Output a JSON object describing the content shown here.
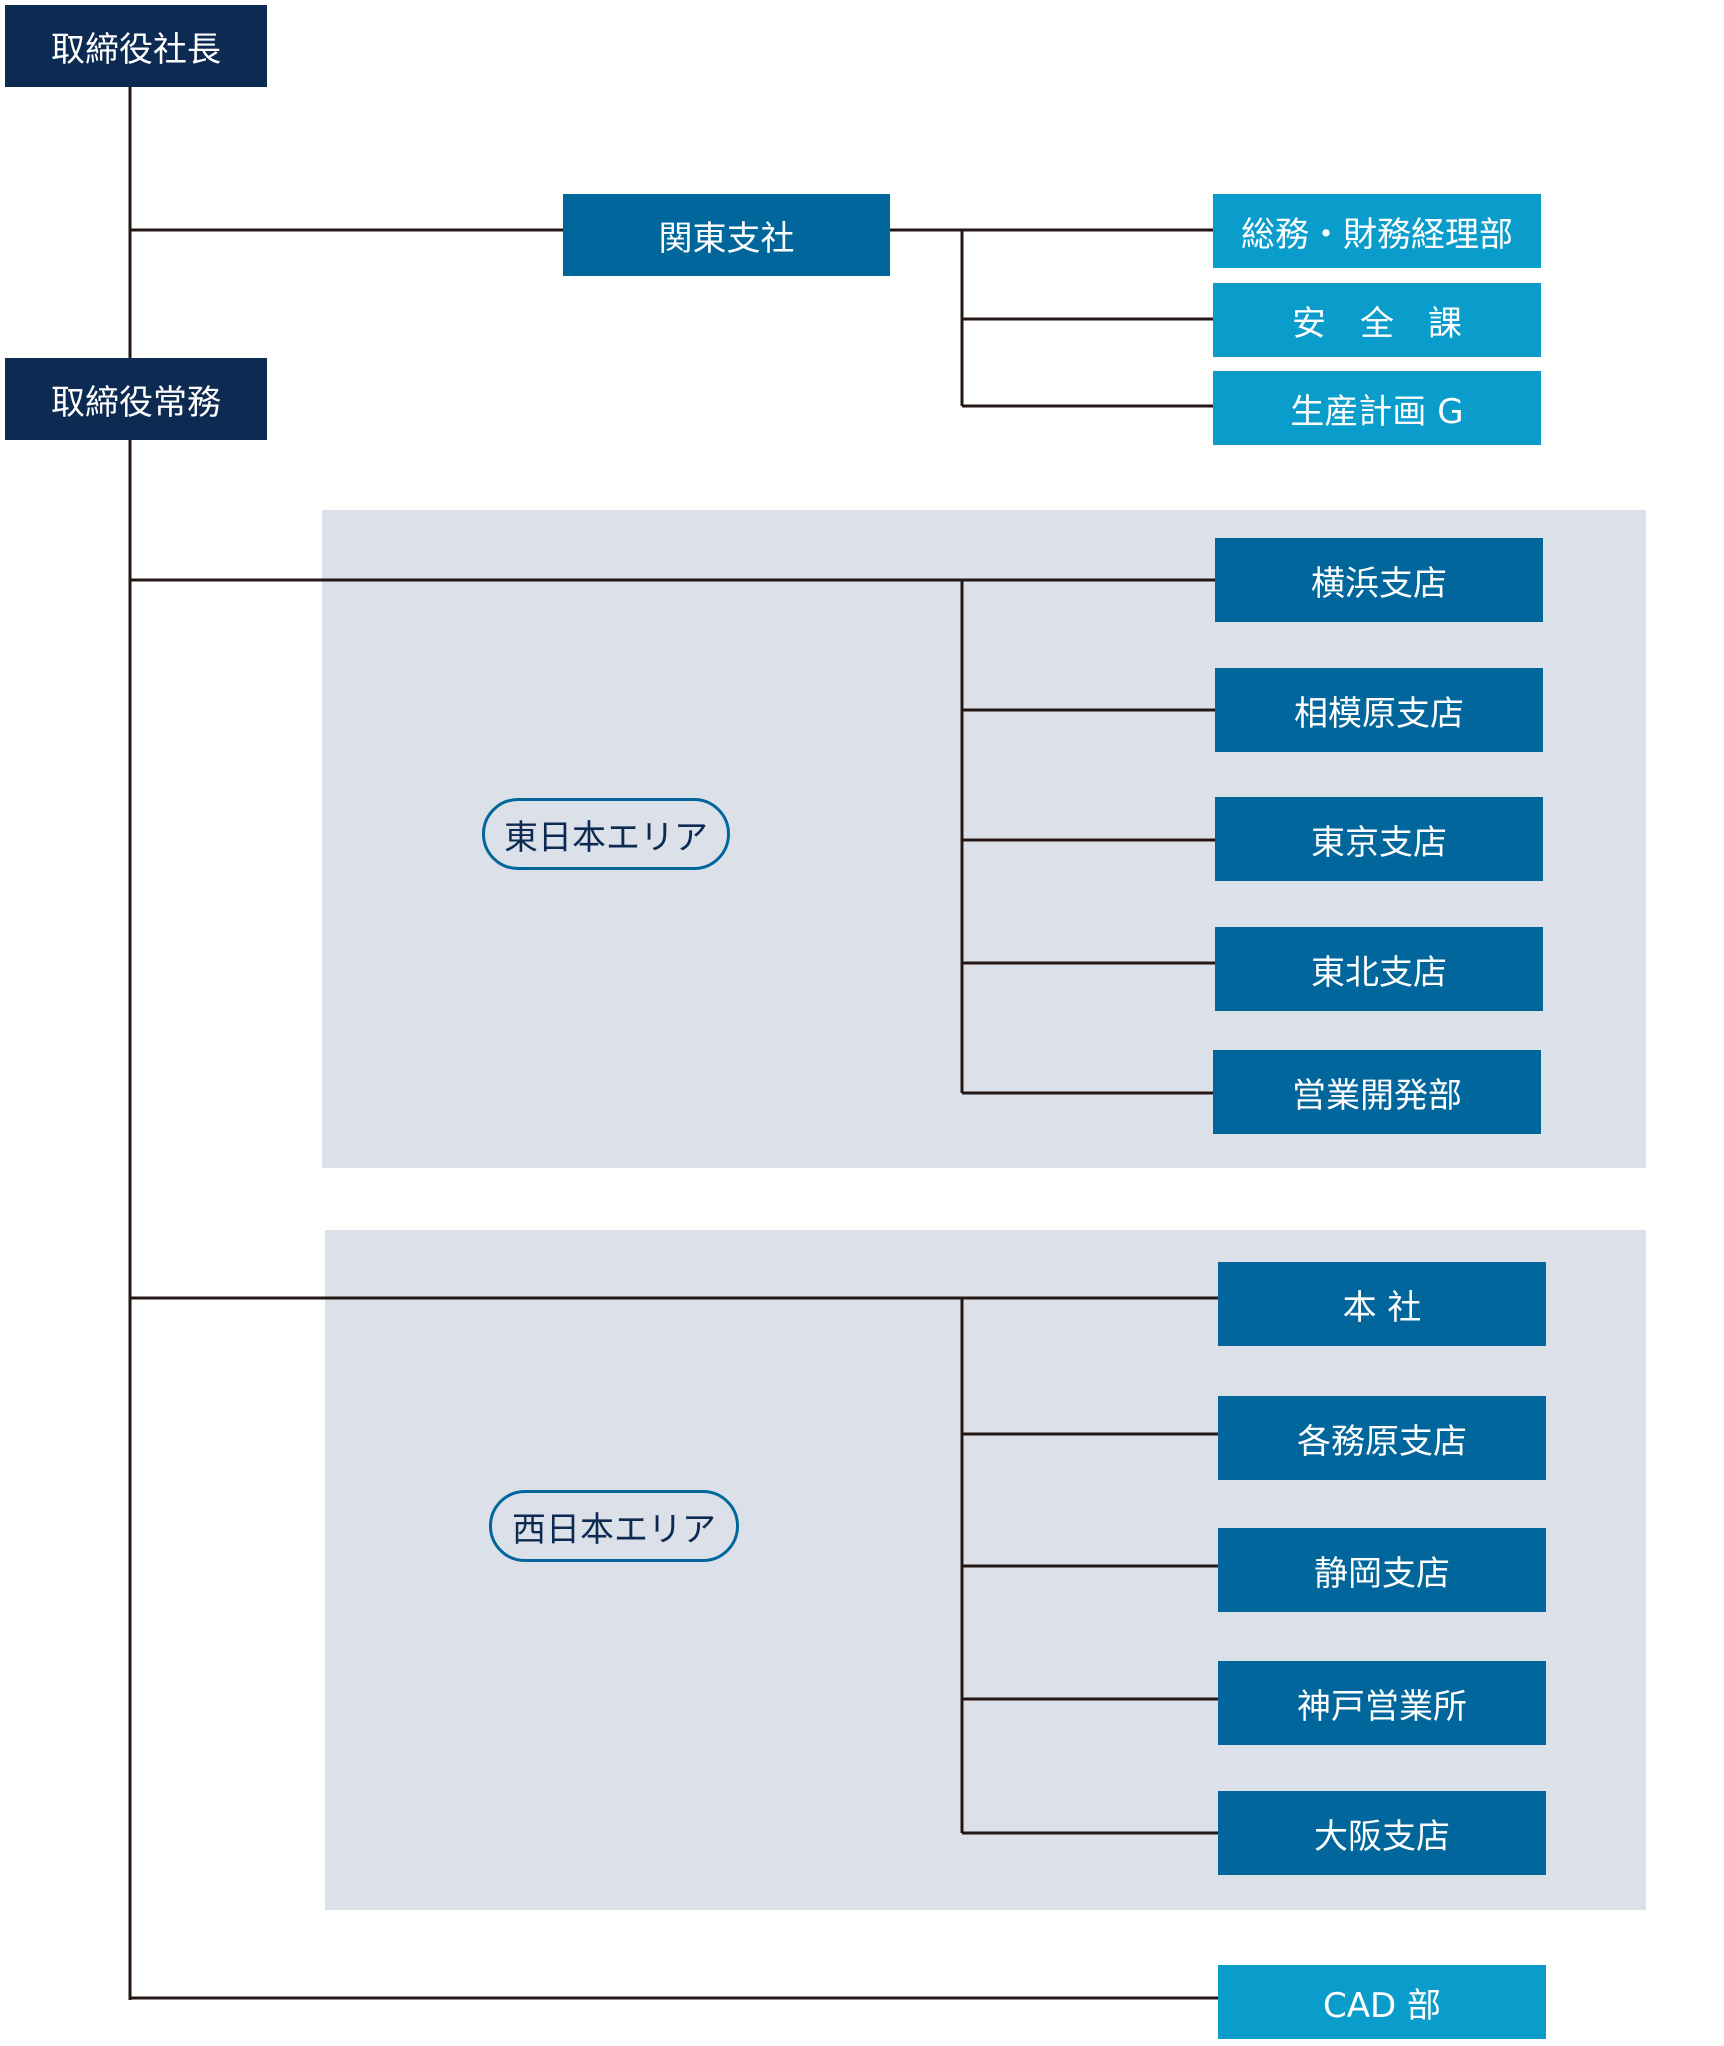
{
  "colors": {
    "executive": "#0d2b52",
    "branch": "#00669b",
    "department": "#0a9dcc",
    "area_background": "#dce1e9",
    "connector": "#231815"
  },
  "executives": {
    "president": "取締役社長",
    "managing_director": "取締役常務"
  },
  "kanto": {
    "office": "関東支社",
    "departments": [
      "総務・財務経理部",
      "安　全　課",
      "生産計画 G"
    ]
  },
  "east_japan": {
    "area_label": "東日本エリア",
    "branches": [
      "横浜支店",
      "相模原支店",
      "東京支店",
      "東北支店",
      "営業開発部"
    ]
  },
  "west_japan": {
    "area_label": "西日本エリア",
    "branches": [
      "本 社",
      "各務原支店",
      "静岡支店",
      "神戸営業所",
      "大阪支店"
    ]
  },
  "cad": {
    "label": "CAD 部"
  }
}
